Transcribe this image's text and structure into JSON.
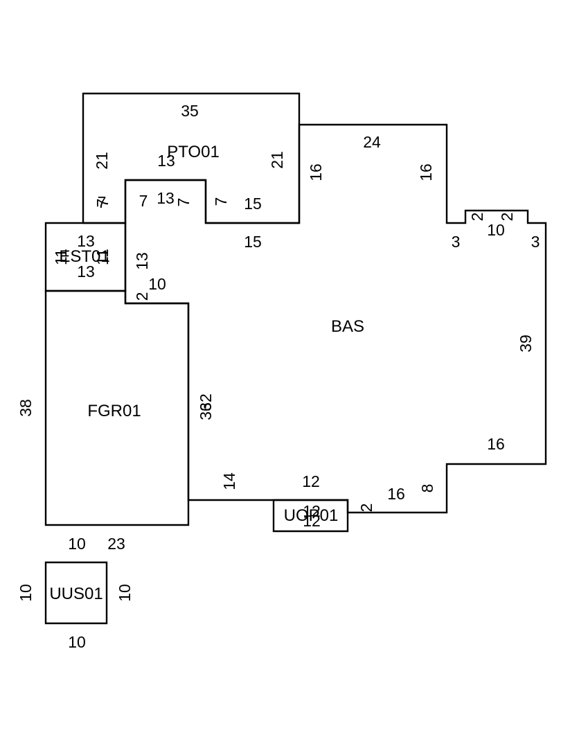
{
  "areas": {
    "bas": "BAS",
    "pto": "PTO01",
    "est": "EST01",
    "fgr": "FGR01",
    "uop": "UOP01",
    "uus": "UUS01"
  },
  "pto": {
    "top": "35",
    "left": "21",
    "right": "21",
    "inner_left": "13",
    "step_left": "7",
    "step_left_b": "7",
    "notch_top": "13",
    "notch_right": "7",
    "notch_right_b": "7",
    "upper_15": "15",
    "bottom": "15"
  },
  "est": {
    "top": "13",
    "bottom": "13",
    "left": "11",
    "right": "11",
    "side": "13"
  },
  "bas": {
    "top": "24",
    "left_upper": "16",
    "right_upper": "16",
    "bump_left": "3",
    "bump_side_left": "2",
    "bump_top": "10",
    "bump_side_right": "2",
    "bump_right": "3",
    "right": "39",
    "lower_right_top": "16",
    "step_8": "8",
    "bottom_right": "16",
    "step_2": "2",
    "bottom_mid": "12",
    "bottom_left": "14",
    "left_side": "36",
    "left_side_b": "32",
    "small_10": "10",
    "small_2": "2"
  },
  "fgr": {
    "left": "38",
    "bottom_a": "10",
    "bottom_b": "23"
  },
  "uop": {
    "a": "12",
    "b": "12"
  },
  "uus": {
    "left": "10",
    "right": "10",
    "bottom": "10"
  }
}
